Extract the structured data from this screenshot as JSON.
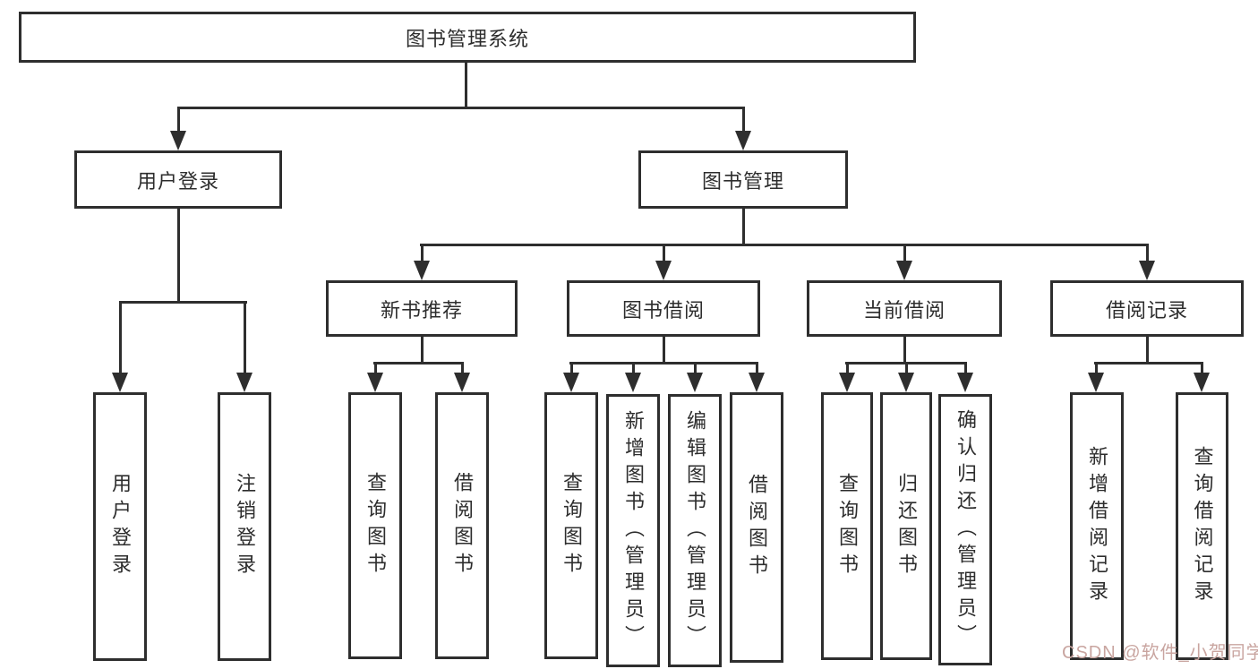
{
  "diagram": {
    "root": {
      "label": "图书管理系统"
    },
    "branches": [
      {
        "label": "用户登录",
        "children": [
          {
            "label": "用户登录"
          },
          {
            "label": "注销登录"
          }
        ]
      },
      {
        "label": "图书管理",
        "children": [
          {
            "label": "新书推荐",
            "children": [
              {
                "label": "查询图书"
              },
              {
                "label": "借阅图书"
              }
            ]
          },
          {
            "label": "图书借阅",
            "children": [
              {
                "label": "查询图书"
              },
              {
                "label": "新增图书（管理员）"
              },
              {
                "label": "编辑图书（管理员）"
              },
              {
                "label": "借阅图书"
              }
            ]
          },
          {
            "label": "当前借阅",
            "children": [
              {
                "label": "查询图书"
              },
              {
                "label": "归还图书"
              },
              {
                "label": "确认归还（管理员）"
              }
            ]
          },
          {
            "label": "借阅记录",
            "children": [
              {
                "label": "新增借阅记录"
              },
              {
                "label": "查询借阅记录"
              }
            ]
          }
        ]
      }
    ],
    "watermark": "CSDN @软件_小贺同学",
    "colors": {
      "line": "#2e2e2e",
      "text": "#2d2d2d",
      "watermark": "#c9a5a0",
      "background": "#ffffff"
    }
  }
}
